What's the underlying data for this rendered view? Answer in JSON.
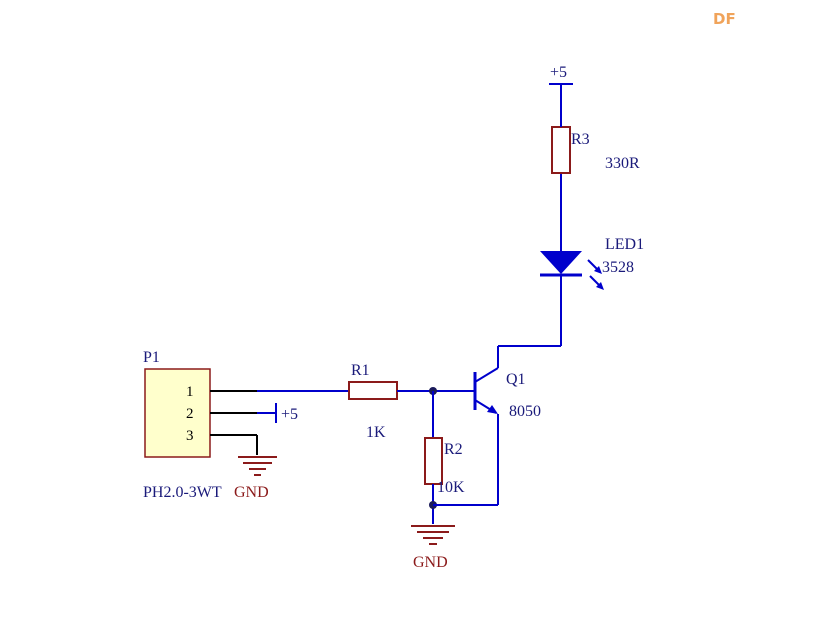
{
  "logo": "DF",
  "connector": {
    "ref": "P1",
    "pins": [
      "1",
      "2",
      "3"
    ],
    "part": "PH2.0-3WT"
  },
  "resistors": [
    {
      "ref": "R1",
      "value": "1K"
    },
    {
      "ref": "R2",
      "value": "10K"
    },
    {
      "ref": "R3",
      "value": "330R"
    }
  ],
  "transistor": {
    "ref": "Q1",
    "part": "8050"
  },
  "led": {
    "ref": "LED1",
    "part": "3528"
  },
  "power": {
    "plus5_top": "+5",
    "plus5_pin": "+5"
  },
  "ground": {
    "label_connector": "GND",
    "label_main": "GND"
  },
  "colors": {
    "wire": "#0000cc",
    "ground": "#8b1a1a",
    "connector_fill": "#ffffcc"
  }
}
